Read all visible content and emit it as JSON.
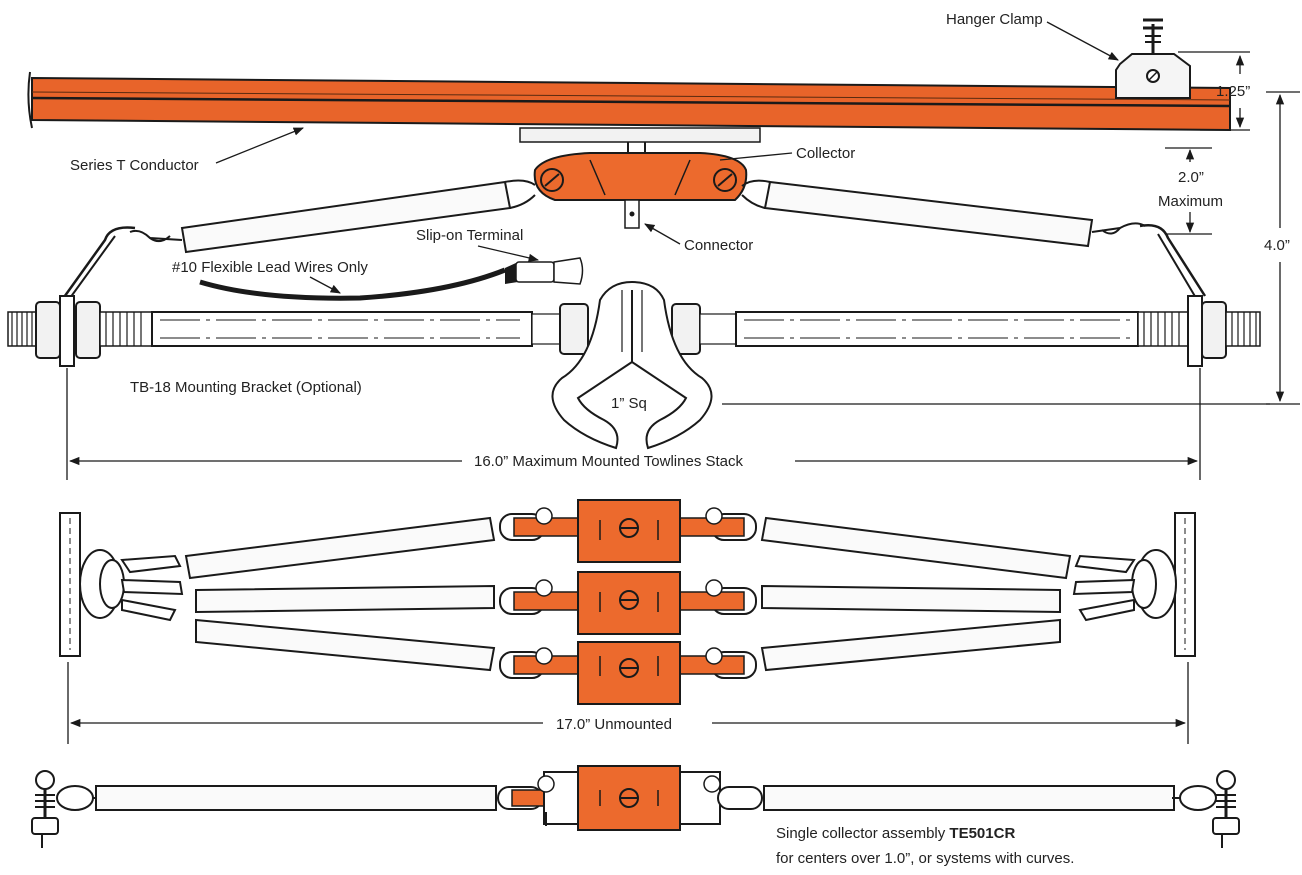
{
  "labels": {
    "hanger_clamp": "Hanger Clamp",
    "dim_1_25": "1.25”",
    "series_t_conductor": "Series T Conductor",
    "collector": "Collector",
    "dim_2_0": "2.0”",
    "maximum": "Maximum",
    "dim_4_0": "4.0”",
    "slip_on_terminal": "Slip-on Terminal",
    "connector": "Connector",
    "lead_wires": "#10 Flexible Lead Wires Only",
    "mounting_bracket": "TB-18 Mounting Bracket (Optional)",
    "one_inch_sq": "1” Sq",
    "dim_16_0": "16.0” Maximum Mounted Towlines Stack",
    "dim_17_0": "17.0” Unmounted",
    "single_assembly_prefix": "Single collector assembly ",
    "single_assembly_part": "TE501CR",
    "single_assembly_note": "for centers over 1.0”, or systems with curves."
  },
  "colors": {
    "conductor": "#e8642a",
    "collector": "#ec6a2d",
    "outline": "#1a1a1a",
    "text": "#222222"
  }
}
